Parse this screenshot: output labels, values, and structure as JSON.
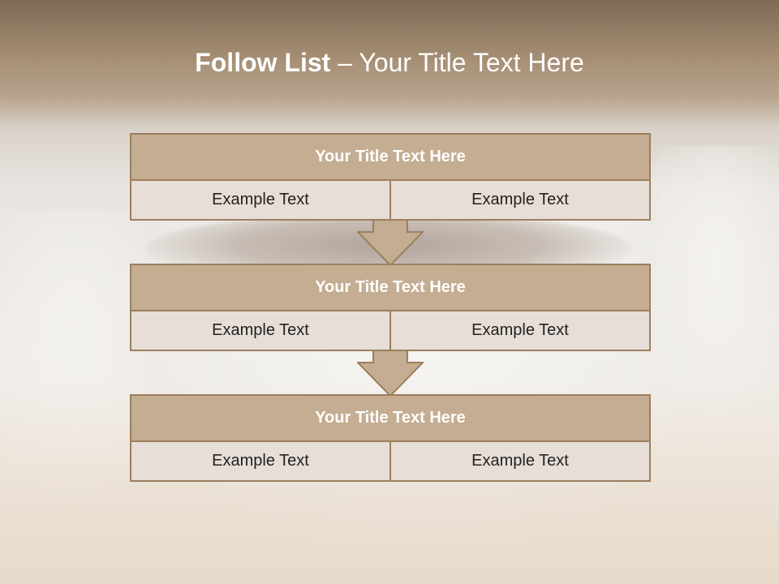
{
  "slide": {
    "title_bold": "Follow List",
    "title_sep": " – ",
    "title_rest": "Your Title Text Here"
  },
  "blocks": [
    {
      "title": "Your Title Text Here",
      "left": "Example Text",
      "right": "Example Text"
    },
    {
      "title": "Your Title Text Here",
      "left": "Example Text",
      "right": "Example Text"
    },
    {
      "title": "Your Title Text Here",
      "left": "Example Text",
      "right": "Example Text"
    }
  ],
  "colors": {
    "header_fill": "#c4ad92",
    "row_fill": "#e7ded7",
    "border": "#9c7f5d",
    "arrow_fill": "#c4ad92"
  }
}
